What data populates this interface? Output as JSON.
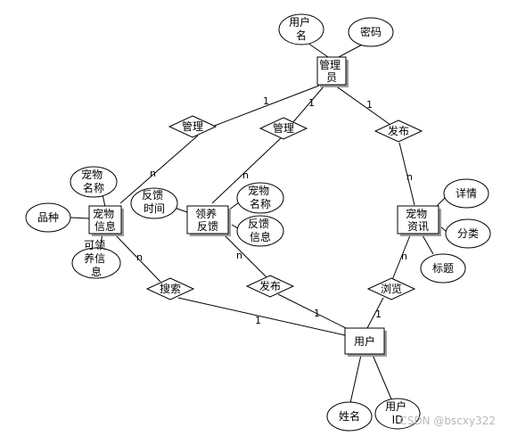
{
  "entities": {
    "admin": "管理员",
    "pet_info": "宠物信息",
    "adopt_feedback": "领养反馈",
    "pet_news": "宠物资讯",
    "user": "用户"
  },
  "relationships": {
    "manage_pet": "管理",
    "manage_feedback": "管理",
    "publish_news": "发布",
    "search": "搜索",
    "publish_feedback": "发布",
    "browse": "浏览"
  },
  "attributes": {
    "admin_username": "用户名",
    "admin_password": "密码",
    "pet_name": "宠物名称",
    "breed": "品种",
    "adoptable_info": "可领养信息",
    "feedback_time": "反馈时间",
    "fb_pet_name": "宠物名称",
    "fb_info": "反馈信息",
    "details": "详情",
    "category": "分类",
    "title": "标题",
    "name": "姓名",
    "user_id": "用户ID"
  },
  "cardinalities": {
    "c1": "1",
    "c2": "1",
    "c3": "1",
    "c4": "n",
    "c5": "n",
    "c6": "n",
    "c7": "n",
    "c8": "n",
    "c9": "n",
    "c10": "1",
    "c11": "1",
    "c12": "1"
  },
  "watermark": "CSDN @bscxy322"
}
